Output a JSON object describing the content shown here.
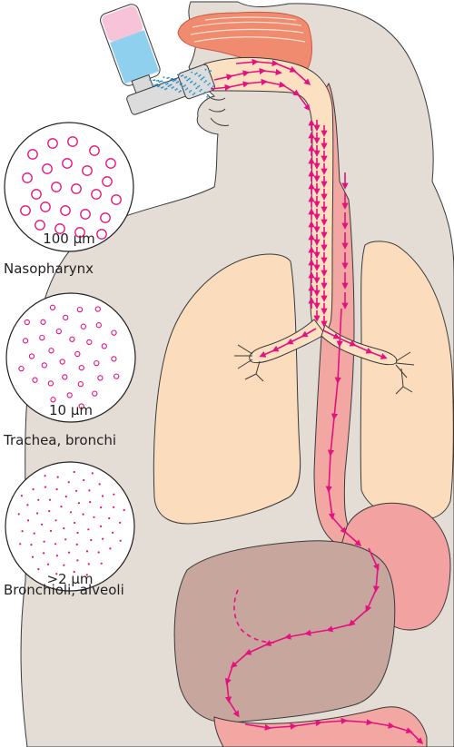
{
  "particle_panels": [
    {
      "size_label": "100 µm",
      "region": "Nasopharynx"
    },
    {
      "size_label": "10 µm",
      "region": "Trachea, bronchi"
    },
    {
      "size_label": ">2 µm",
      "region": "Bronchioli, alveoli"
    }
  ],
  "colors": {
    "skin": "#e3ddd5",
    "outline": "#3a3a3a",
    "lung": "#fbdcbc",
    "airway": "#fbe0c2",
    "esophagus": "#f3a7a3",
    "stomach": "#f2a2a0",
    "liver": "#c7a69d",
    "nasal": "#f08b70",
    "arrow": "#e4117f",
    "particle": "#e4117f",
    "inhaler_fluid": "#8fd0ee",
    "inhaler_pink": "#f7c3d8",
    "spray": "#1e8fd0"
  }
}
